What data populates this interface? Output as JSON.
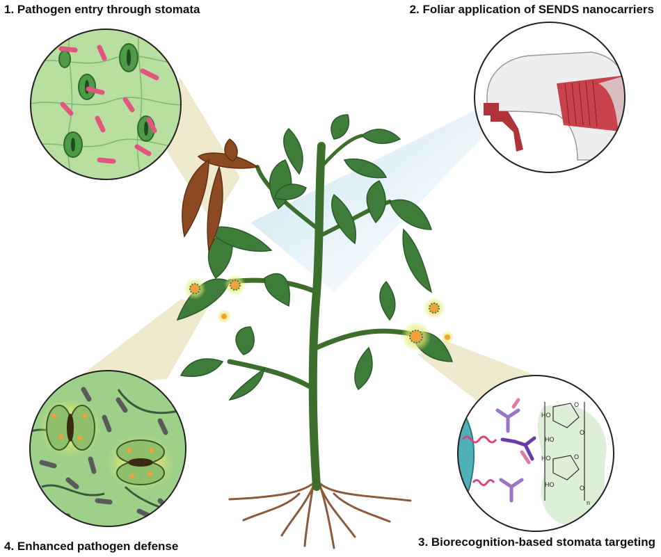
{
  "labels": {
    "step1": "1.  Pathogen entry through stomata",
    "step2": "2. Foliar application of SENDS nanocarriers",
    "step3": "3. Biorecognition-based stomata targeting",
    "step4": "4. Enhanced pathogen defense"
  },
  "chem_labels": {
    "ho1": "HO",
    "ho2": "HO",
    "ho3": "HO",
    "ho4": "HO",
    "o1": "O",
    "o2": "O",
    "o3": "O",
    "o4": "O",
    "n": "n"
  },
  "colors": {
    "leaf_green": "#3e7d3a",
    "leaf_dark": "#2a5a2a",
    "stem": "#3c6f2c",
    "diseased_leaf": "#8b4a22",
    "root": "#8a5a3a",
    "callout_tan": "#ece6c4",
    "spray_blue": "#b9dcec",
    "pathogen_pink": "#e0567f",
    "nanocarrier_orange": "#f2a23a",
    "nanocarrier_halo": "#f4ee66",
    "circle_bg_green": "#b8dfa0",
    "circle_bg_green2": "#9fd08a",
    "trigger_red": "#b0333a"
  }
}
